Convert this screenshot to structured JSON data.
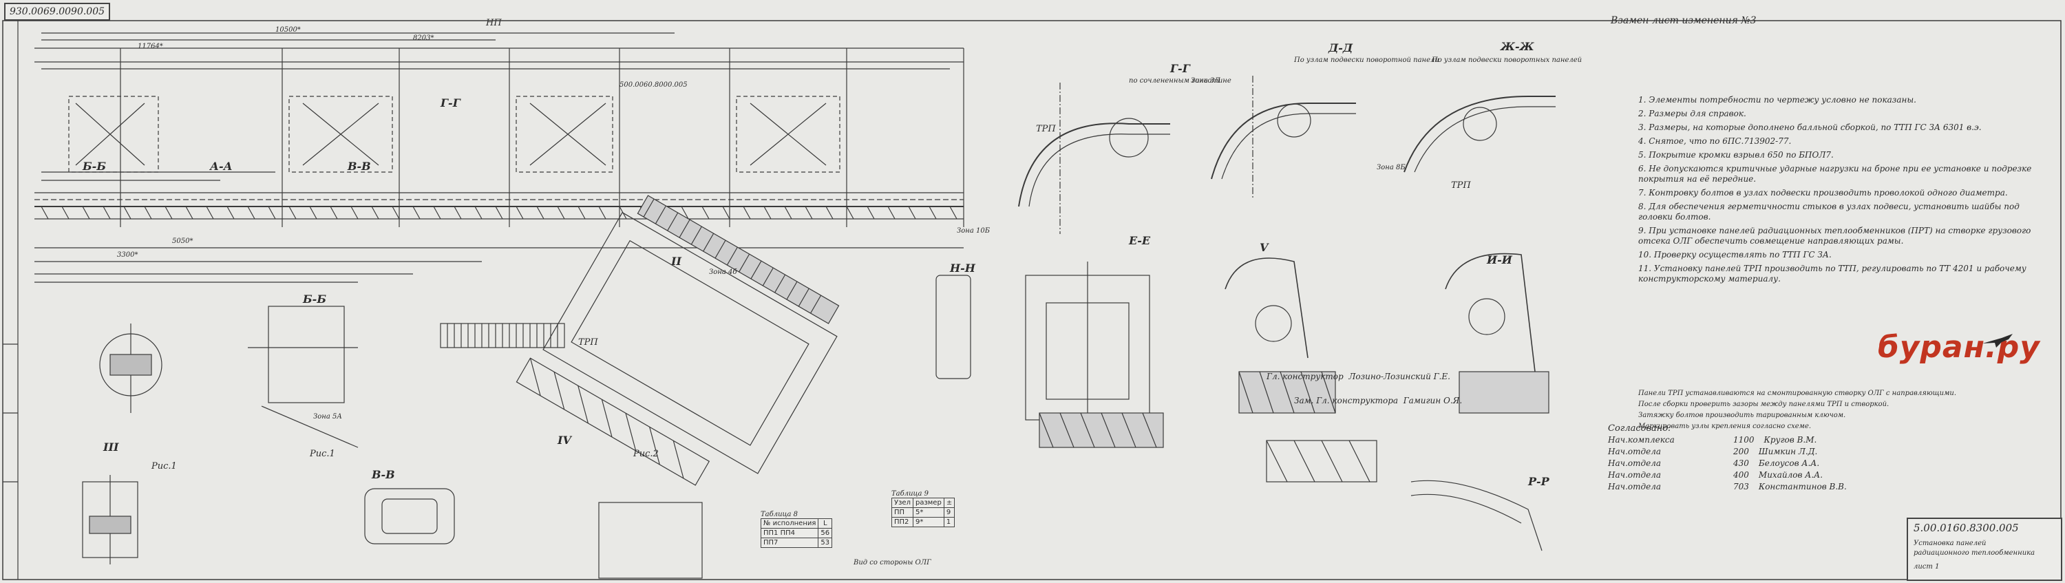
{
  "document": {
    "drawing_number_stamp": "930.0069.0090.005",
    "top_right_note": "Взамен лист изменения №3",
    "np_label": "НП"
  },
  "views": {
    "section_labels": [
      "А-А",
      "Б-Б",
      "В-В",
      "Г-Г",
      "Д-Д",
      "Е-Е",
      "Ж-Ж",
      "И-И",
      "Н-Н",
      "Р-Р",
      "II",
      "III",
      "IV",
      "V"
    ],
    "headings": {
      "gg": "Г-Г",
      "gg_sub": "по сочлененным гильотине",
      "dd": "Д-Д",
      "dd_sub": "По узлам подвески поворотной панели",
      "zz": "Ж-Ж",
      "zz_sub": "По узлам подвески поворотных панелей",
      "zone_labels": [
        "Зона 3Л",
        "Зона 8Б",
        "Зона 5А",
        "Зона 10Б",
        "Зона 4б"
      ]
    },
    "callouts": [
      "ТРП",
      "ТРП",
      "ТРП",
      "Рис.1",
      "Рис.2",
      "Рис.1",
      "Вид со стороны ОЛГ"
    ],
    "dimension_examples": [
      "11764*",
      "10500*",
      "8203*",
      "5050*",
      "3300*",
      "500.0060.8000.005"
    ]
  },
  "tables": {
    "table1": {
      "title": "Таблица 8",
      "headers": [
        "№ исполнения",
        "L"
      ],
      "rows": [
        [
          "ПП1 ПП4",
          "56"
        ],
        [
          "ПП7",
          "53"
        ]
      ]
    },
    "table2": {
      "title": "Таблица 9",
      "headers": [
        "Узел",
        "размер",
        "±"
      ],
      "rows": [
        [
          "ПП",
          "5*",
          "9"
        ],
        [
          "ПП2",
          "9*",
          "1"
        ]
      ]
    }
  },
  "notes": {
    "items": [
      "1. Элементы потребности по чертежу условно не показаны.",
      "2. Размеры для справок.",
      "3. Размеры, на которые дополнено балльной сборкой, по ТТП ГС ЗА 6301 в.э.",
      "4. Снятое, что по 6ПС.713902-77.",
      "5. Покрытие кромки взрывл 650 по БПОЛ7.",
      "6. Не допускаются критичные ударные нагрузки на броне при ее установке и подрезке покрытия на её передние.",
      "7. Контровку болтов в узлах подвески производить проволокой одного диаметра.",
      "8. Для обеспечения герметичности стыков в узлах подвеси, установить шайбы под головки болтов.",
      "9. При установке панелей радиационных теплообменников (ПРТ) на створке грузового отсека ОЛГ обеспечить совмещение направляющих рамы.",
      "10. Проверку осуществлять по ТТП ГС ЗА.",
      "11. Установку панелей ТРП производить по ТТП, регулировать по ТТ 4201 и рабочему конструкторскому материалу."
    ]
  },
  "notes2": {
    "items": [
      "Панели ТРП устанавливаются на смонтированную створку ОЛГ с направляющими.",
      "После сборки проверить зазоры между панелями ТРП и створкой.",
      "Затяжку болтов производить тарированным ключом.",
      "Маркировать узлы крепления согласно схеме."
    ]
  },
  "signatures": {
    "title": "Согласовано:",
    "rows": [
      {
        "role": "Нач.комплекса",
        "code": "1100",
        "name": "Кругов В.М."
      },
      {
        "role": "Нач.отдела",
        "code": "200",
        "name": "Шимкин Л.Д."
      },
      {
        "role": "Нач.отдела",
        "code": "430",
        "name": "Белоусов А.А."
      },
      {
        "role": "Нач.отдела",
        "code": "400",
        "name": "Михайлов А.А."
      },
      {
        "role": "Нач.отдела",
        "code": "703",
        "name": "Константинов В.В."
      }
    ],
    "chief_designer_label": "Гл. конструктор",
    "chief_designer_name": "Лозино-Лозинский Г.Е.",
    "deputy_label": "Зам. Гл. конструктора",
    "deputy_name": "Гамигин О.Я."
  },
  "logo": {
    "text": "буран.ру"
  },
  "title_block": {
    "code": "5.00.0160.8300.005",
    "line1": "Установка панелей",
    "line2": "радиационного теплообменника",
    "sheet_label": "лист 1"
  },
  "colors": {
    "paper": "#e9e9e6",
    "ink": "#2b2b2b",
    "logo_red": "#c23520"
  }
}
